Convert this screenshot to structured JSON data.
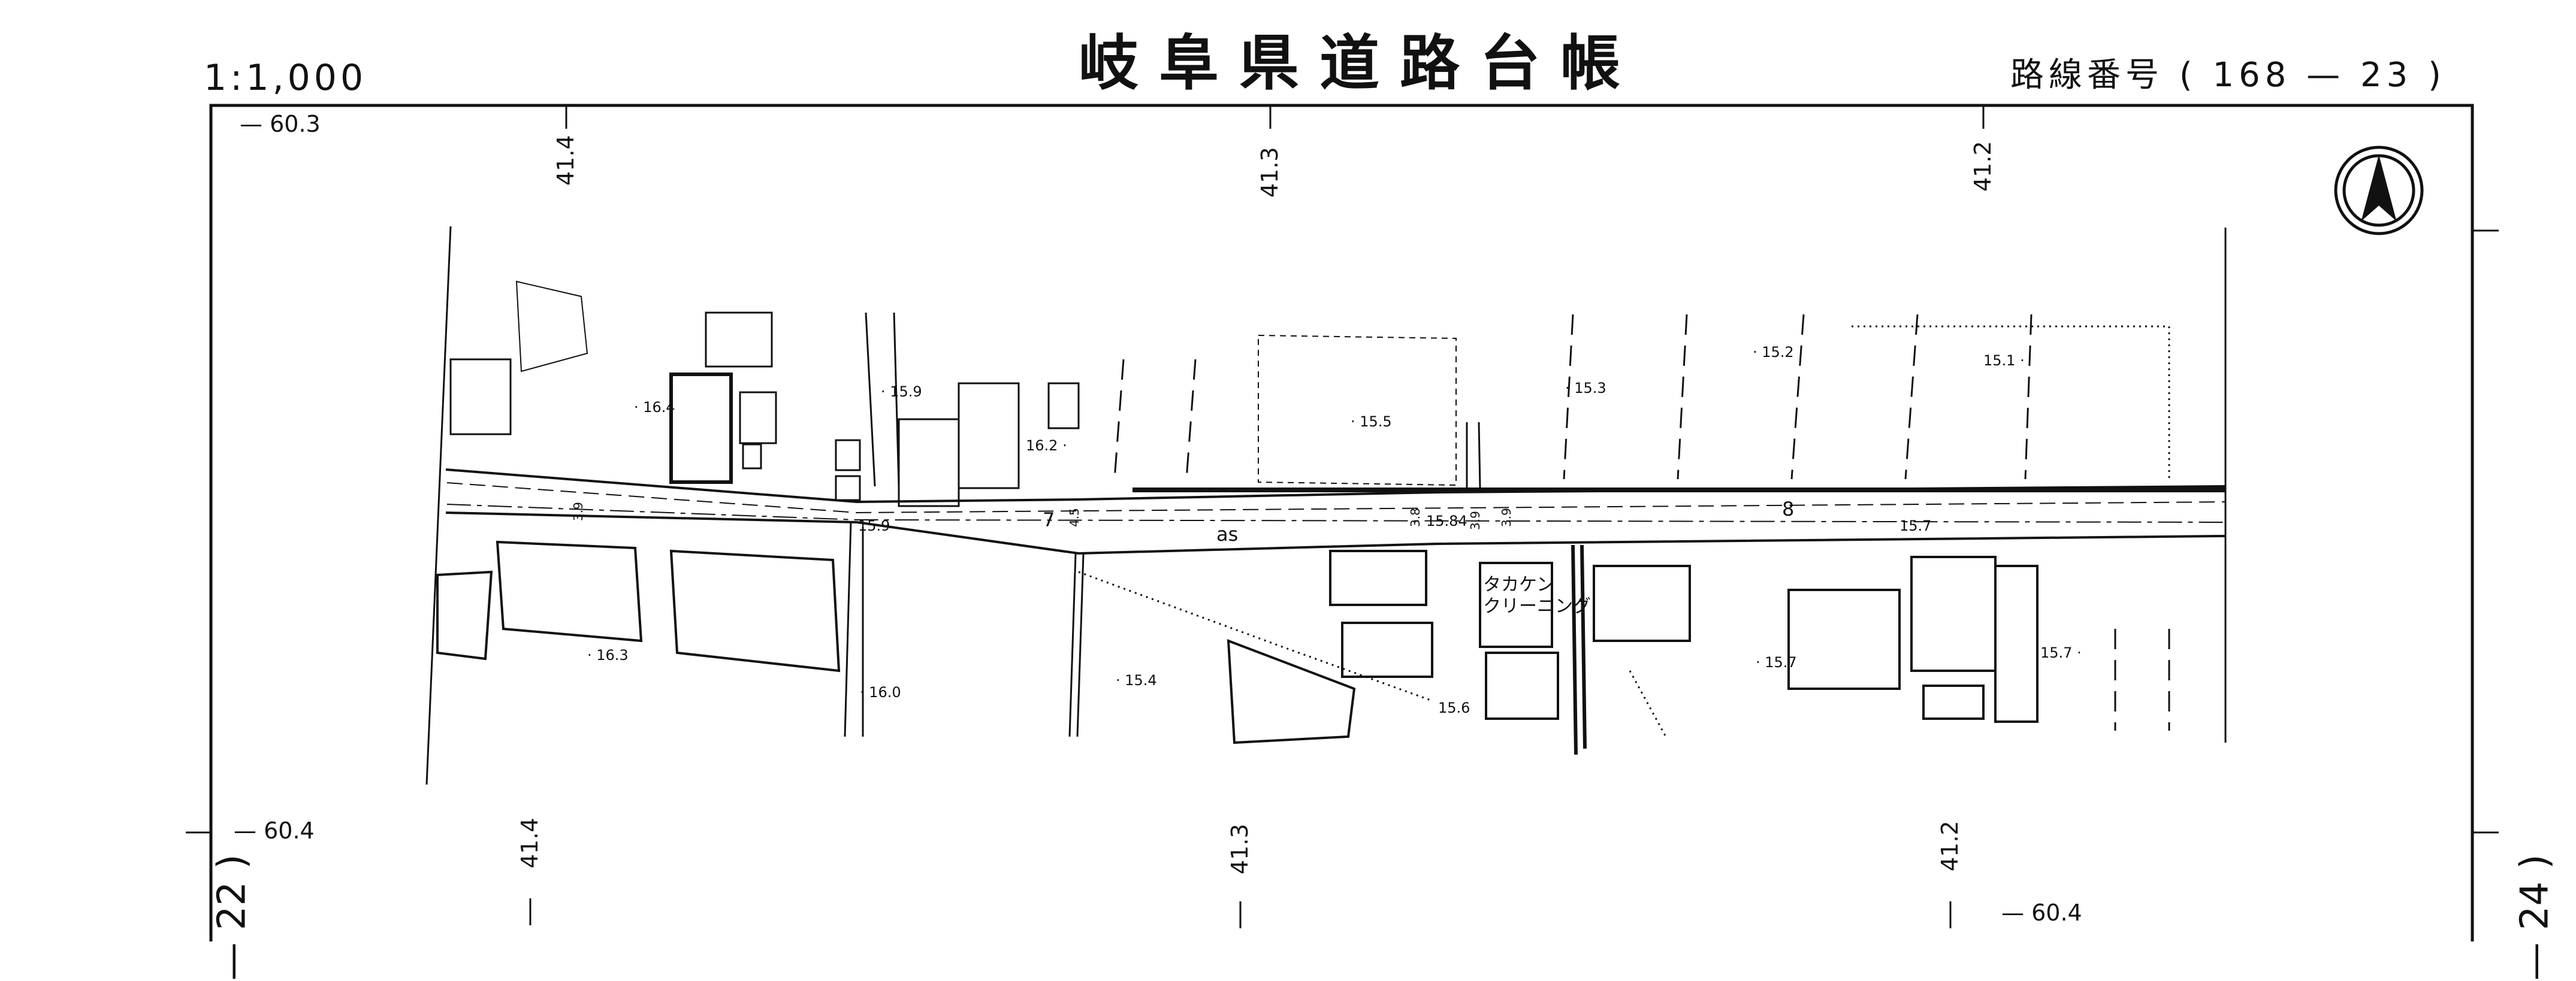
{
  "header": {
    "scale": "1:1,000",
    "title": "岐阜県道路台帳",
    "route_label": "路線番号",
    "route_number": "( 168 — 23 )"
  },
  "grid": {
    "top_left": "60.3",
    "bottom_left": "60.4",
    "bottom_right": "60.4",
    "top_x": [
      "41.4",
      "41.3",
      "41.2"
    ],
    "bottom_x": [
      "41.4",
      "41.3",
      "41.2"
    ]
  },
  "sheet_neighbors": {
    "left": "22",
    "right": "24"
  },
  "spot_heights": [
    {
      "value": "16.4"
    },
    {
      "value": "15.9"
    },
    {
      "value": "16.2"
    },
    {
      "value": "15.5"
    },
    {
      "value": "15.3"
    },
    {
      "value": "15.2"
    },
    {
      "value": "15.1"
    },
    {
      "value": "15.9"
    },
    {
      "value": "15.84"
    },
    {
      "value": "15.7"
    },
    {
      "value": "16.3"
    },
    {
      "value": "16.0"
    },
    {
      "value": "15.4"
    },
    {
      "value": "15.6"
    },
    {
      "value": "15.7"
    },
    {
      "value": "15.7"
    }
  ],
  "road_labels": {
    "surface": "as",
    "marker_7": "7",
    "marker_8": "8",
    "width_1": "3.9",
    "width_2": "3.8",
    "width_3": "3.9",
    "width_4": "3.9",
    "width_5": "4.5"
  },
  "buildings": {
    "shop_name_1": "タカケン",
    "shop_name_2": "クリーニング"
  },
  "colors": {
    "ink": "#111111",
    "paper": "#ffffff"
  },
  "icons": {
    "north_arrow": "north-arrow-icon"
  }
}
